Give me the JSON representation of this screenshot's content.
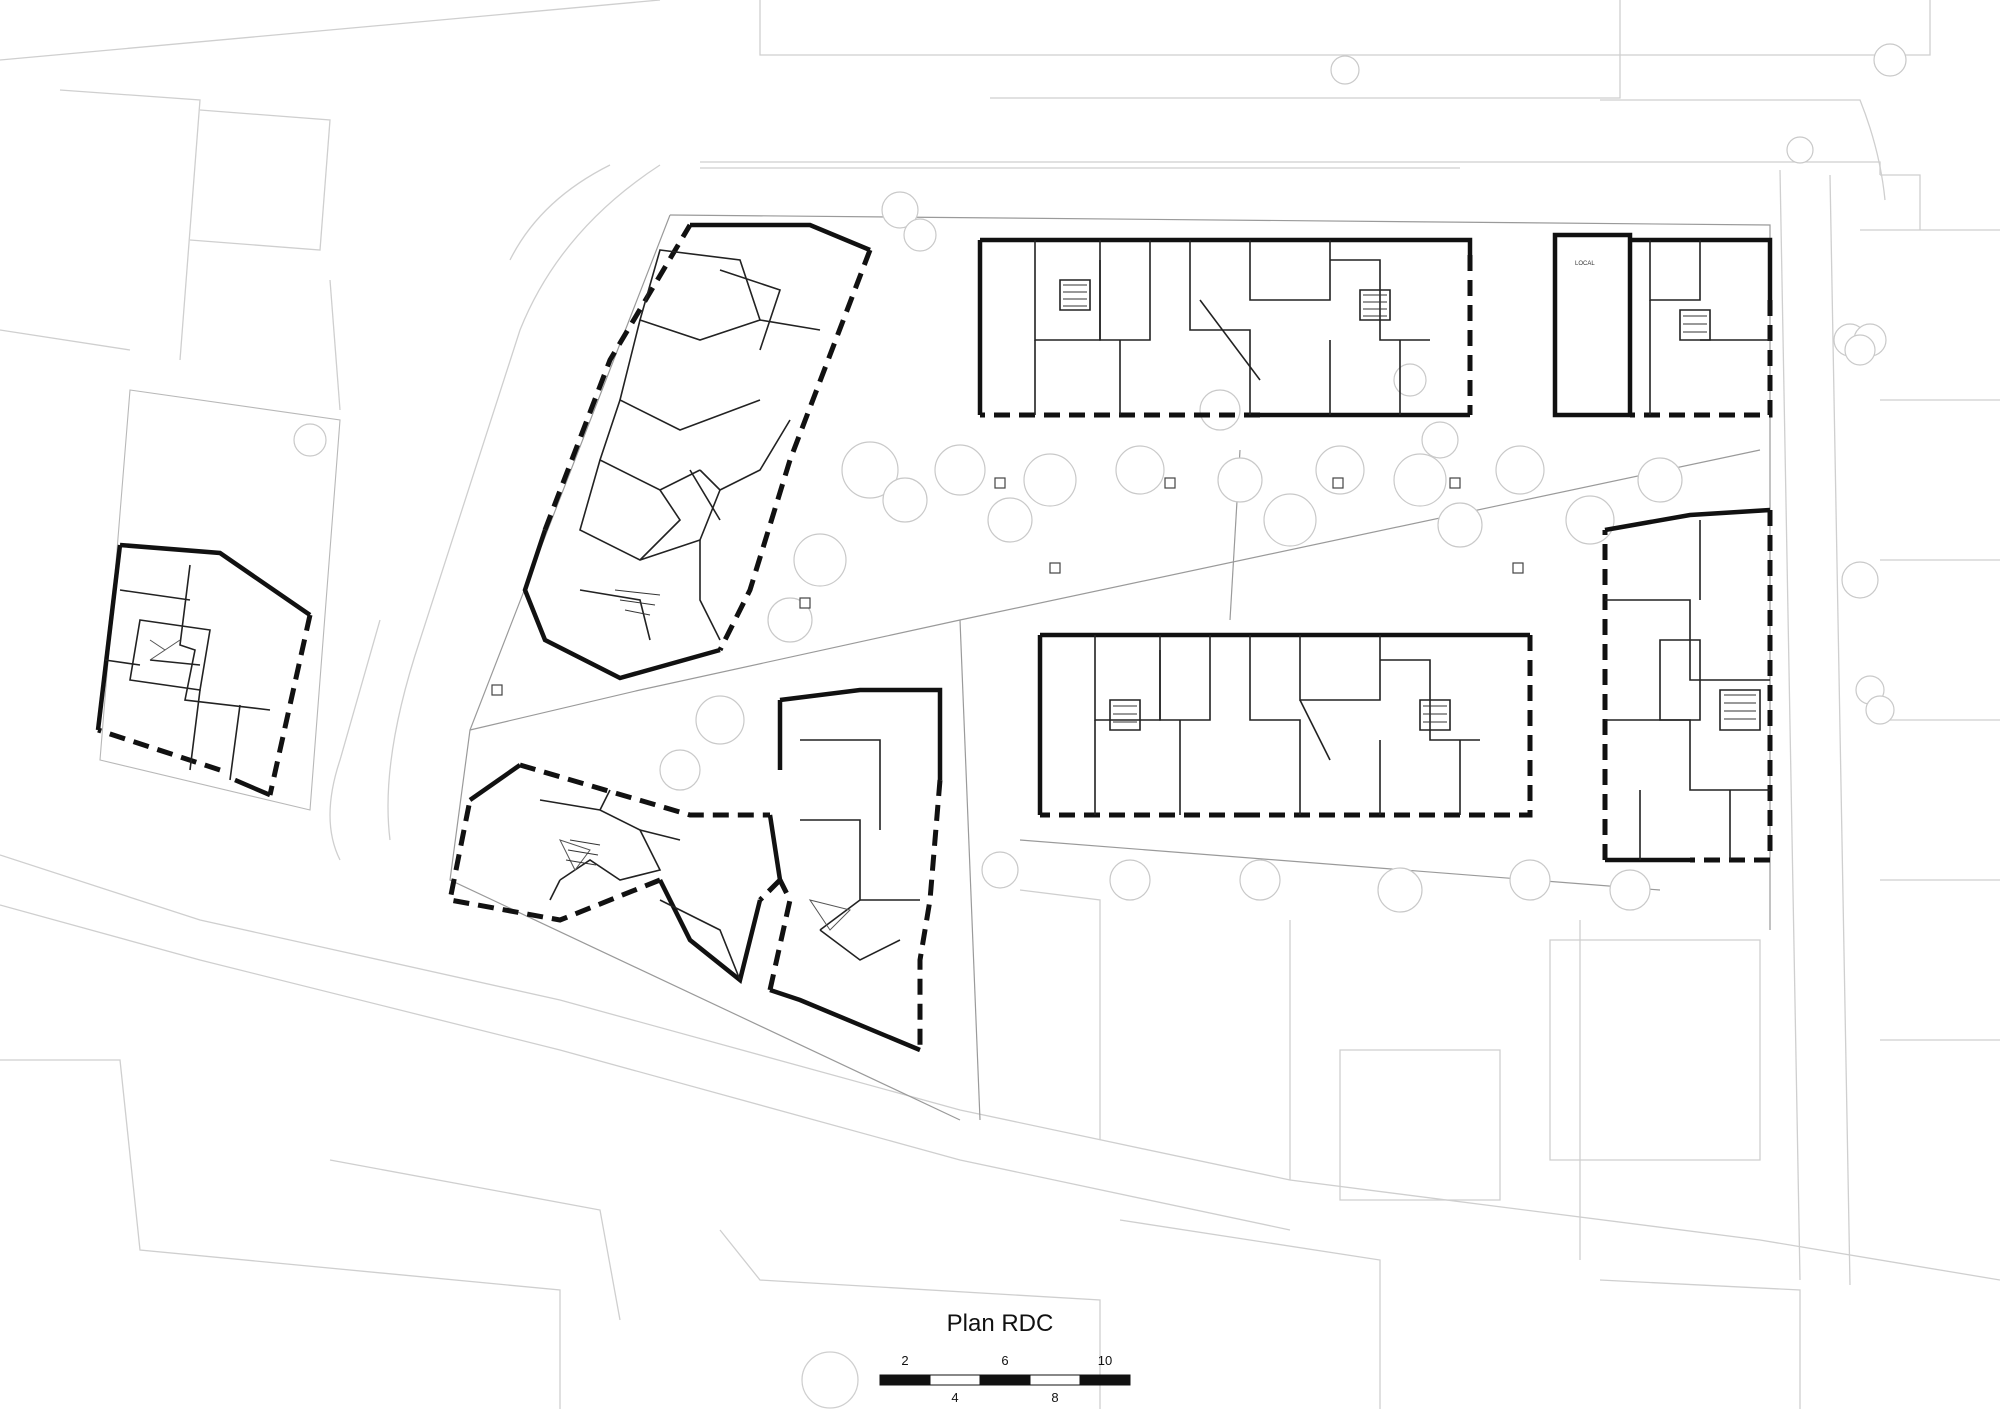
{
  "title": "Plan RDC",
  "scale_bar": {
    "labels_top": [
      "2",
      "6",
      "10"
    ],
    "labels_bottom": [
      "4",
      "8"
    ]
  },
  "room_tag": "LOCAL"
}
